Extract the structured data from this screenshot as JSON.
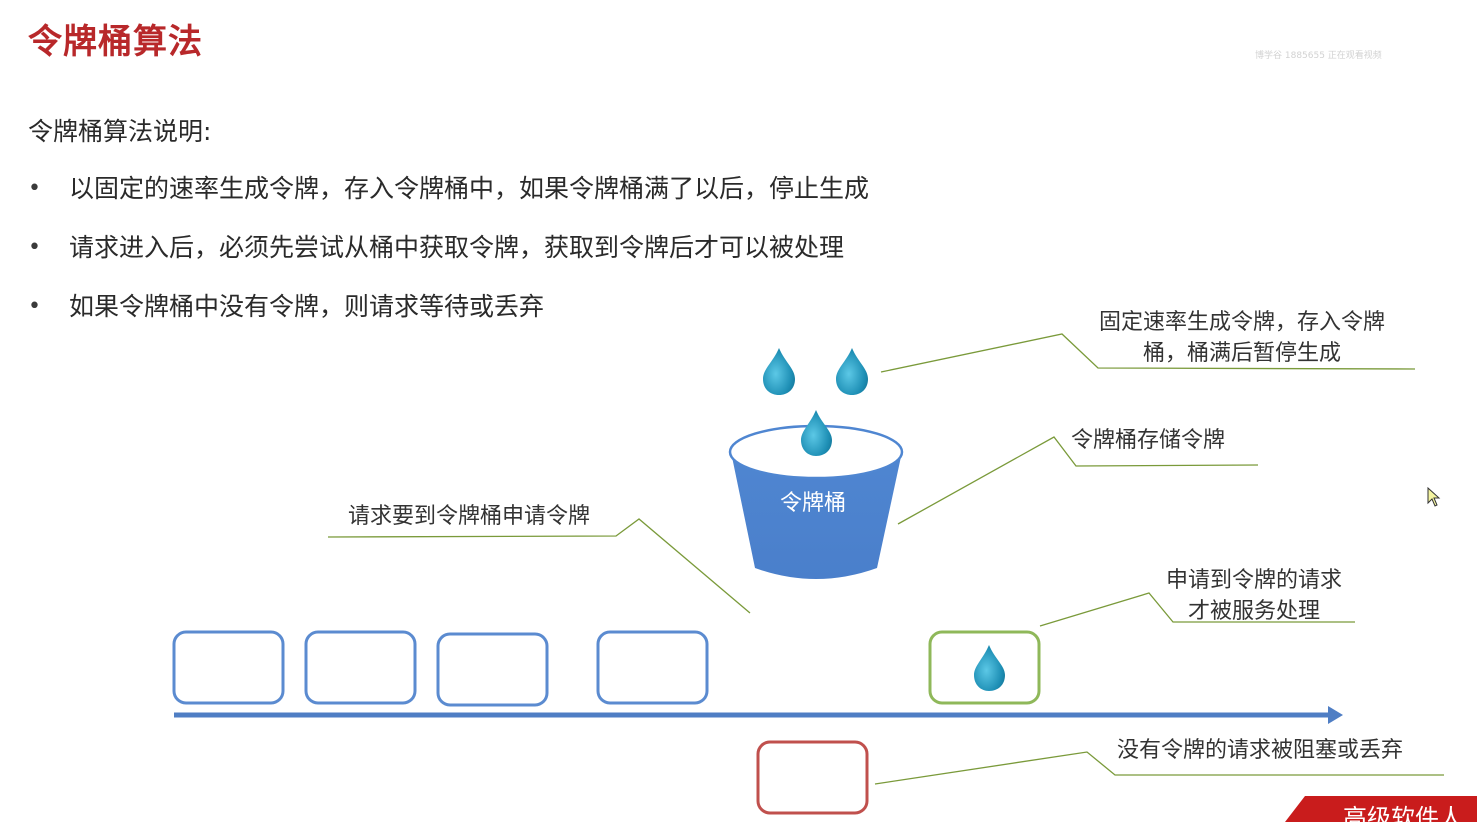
{
  "title": "令牌桶算法",
  "watermark": "博学谷 1885655 正在观看视频",
  "intro": "令牌桶算法说明:",
  "bullets": [
    "以固定的速率生成令牌，存入令牌桶中，如果令牌桶满了以后，停止生成",
    "请求进入后，必须先尝试从桶中获取令牌，获取到令牌后才可以被处理",
    "如果令牌桶中没有令牌，则请求等待或丢弃"
  ],
  "bullet_symbol": "•",
  "diagram": {
    "bucket_label": "令牌桶",
    "callout_generate_line1": "固定速率生成令牌，存入令牌",
    "callout_generate_line2": "桶，桶满后暂停生成",
    "callout_store": "令牌桶存储令牌",
    "callout_request": "请求要到令牌桶申请令牌",
    "callout_served_line1": "申请到令牌的请求",
    "callout_served_line2": "才被服务处理",
    "callout_blocked": "没有令牌的请求被阻塞或丢弃"
  },
  "corner_banner": "高级软件人",
  "colors": {
    "title": "#b8282a",
    "request_box": "#5b8bd0",
    "served_box": "#8fb85a",
    "blocked_box": "#c0504d",
    "bucket": "#4f86d1",
    "drop": "#1e8fb5",
    "timeline": "#4f7ec4",
    "callout_line": "#7a9a3a"
  }
}
